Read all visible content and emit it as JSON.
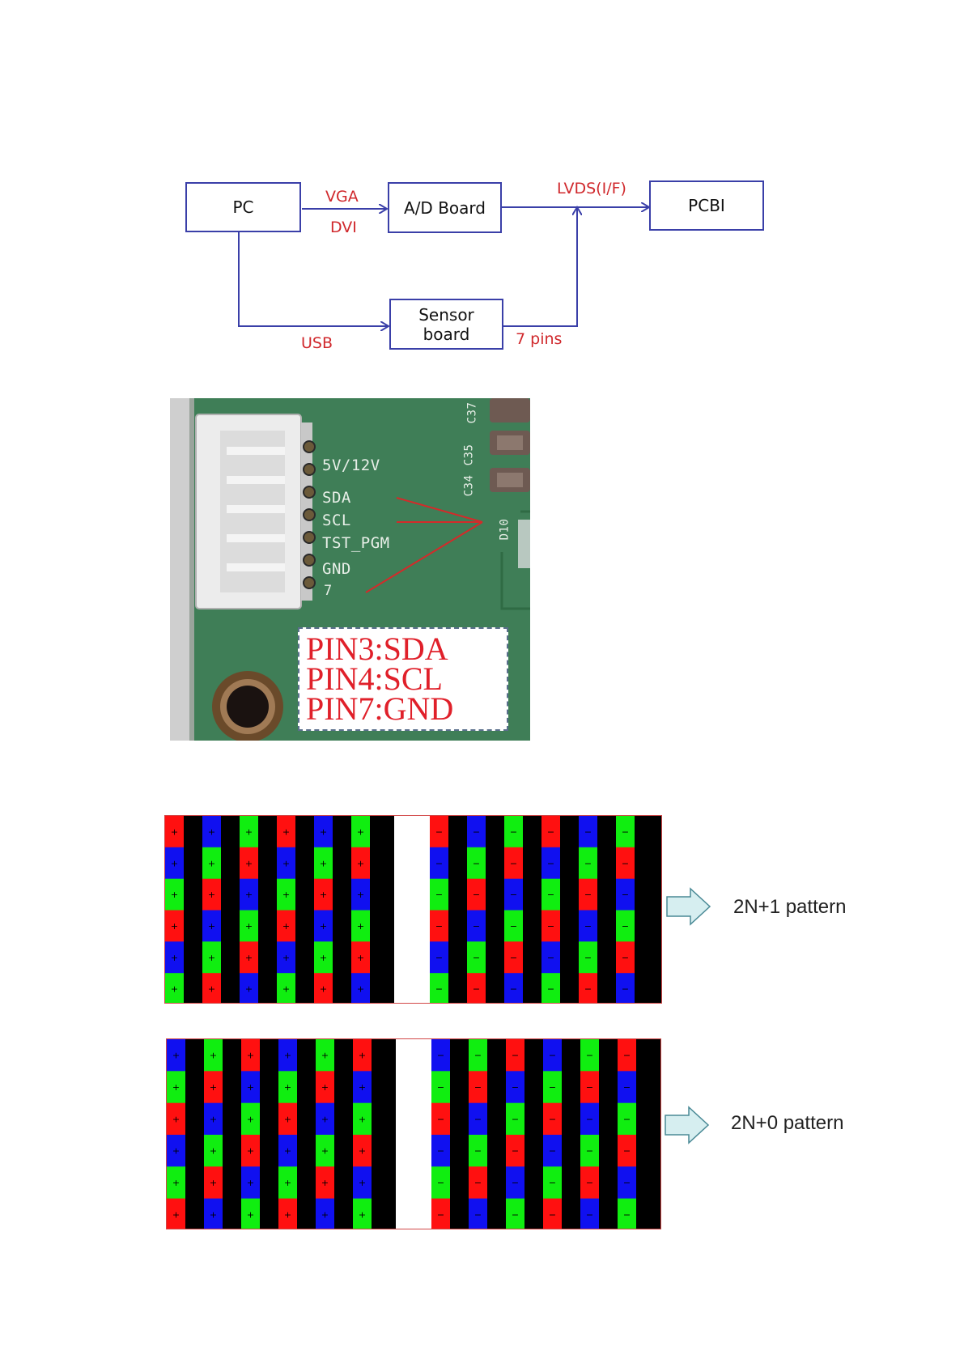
{
  "block_diagram": {
    "blocks": {
      "pc": "PC",
      "ad_board": "A/D Board",
      "pcbi": "PCBI",
      "sensor_board_line1": "Sensor",
      "sensor_board_line2": "board"
    },
    "labels": {
      "vga": "VGA",
      "dvi": "DVI",
      "lvds": "LVDS(I/F)",
      "usb": "USB",
      "pins": "7 pins"
    },
    "colors": {
      "box_border": "#3a3fa8",
      "arrow": "#3a3fa8",
      "label": "#d0282c"
    }
  },
  "board_photo": {
    "silkscreen": {
      "power": "5V/12V",
      "sda": "SDA",
      "scl": "SCL",
      "tst": "TST_PGM",
      "gnd": "GND",
      "pin7": "7",
      "c35": "C35",
      "c34": "C34",
      "c37": "C37",
      "d10": "D10"
    },
    "pin_callouts": [
      "PIN3:SDA",
      "PIN4:SCL",
      "PIN7:GND"
    ],
    "colors": {
      "pcb": "#3f7e57",
      "callout_text": "#e0202a",
      "arrow": "#d42a2a"
    }
  },
  "patterns": [
    {
      "label": "2N+1 pattern"
    },
    {
      "label": "2N+0 pattern"
    }
  ],
  "pattern_colors": {
    "red": "#ff1010",
    "green": "#10ee10",
    "blue": "#1010f0",
    "black": "#000000",
    "arrow_fill": "#d6eef0",
    "arrow_stroke": "#4a8a96"
  }
}
